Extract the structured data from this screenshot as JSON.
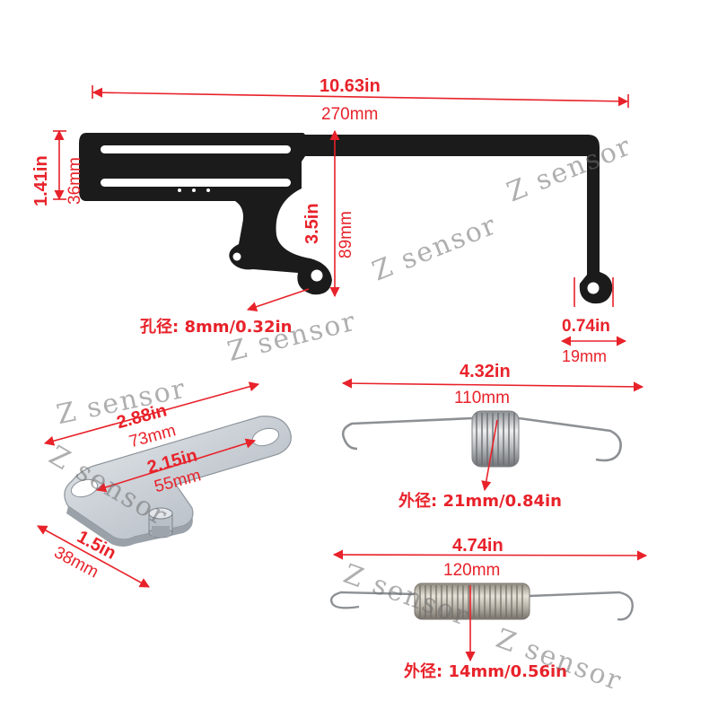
{
  "bracket": {
    "width_in": "10.63in",
    "width_mm": "270mm",
    "height_in": "1.41in",
    "height_mm": "36mm",
    "mid_height_in": "3.5in",
    "mid_height_mm": "89mm",
    "hole_label": "孔径: 8mm/0.32in",
    "foot_in": "0.74in",
    "foot_mm": "19mm"
  },
  "plate": {
    "length_in": "2.88in",
    "length_mm": "73mm",
    "slot_in": "2.15in",
    "slot_mm": "55mm",
    "width_in": "1.5in",
    "width_mm": "38mm"
  },
  "spring_short": {
    "length_in": "4.32in",
    "length_mm": "110mm",
    "od_label": "外径: 21mm/0.84in"
  },
  "spring_long": {
    "length_in": "4.74in",
    "length_mm": "120mm",
    "od_label": "外径: 14mm/0.56in"
  },
  "watermark": {
    "text": "Z sensor"
  },
  "colors": {
    "dimension": "#e8222a",
    "bracket": "#1b1b1b",
    "metal": "#c9ced3",
    "watermark": "#6e6e6e"
  }
}
